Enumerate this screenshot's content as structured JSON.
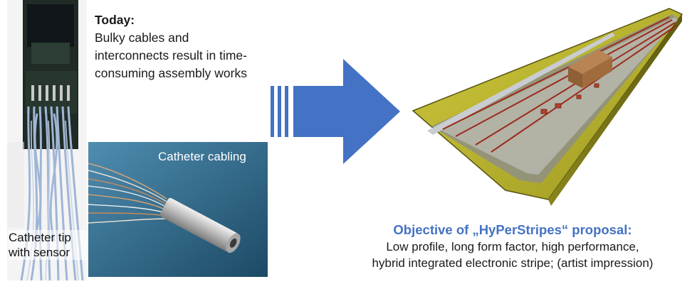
{
  "today": {
    "title": "Today:",
    "body": "Bulky cables and interconnects result in time-consuming assembly works"
  },
  "tip_photo": {
    "caption_line1": "Catheter tip",
    "caption_line2": "with sensor"
  },
  "cabling_photo": {
    "label": "Catheter cabling"
  },
  "objective": {
    "heading": "Objective of „HyPerStripes“ proposal:",
    "line1": "Low profile, long form factor, high performance,",
    "line2": "hybrid integrated electronic stripe; (artist impression)"
  },
  "colors": {
    "arrow": "#4472c4",
    "heading": "#4472c4",
    "stripe_surface": "#b8b22a",
    "cabling_background": "#2a5a7a"
  }
}
